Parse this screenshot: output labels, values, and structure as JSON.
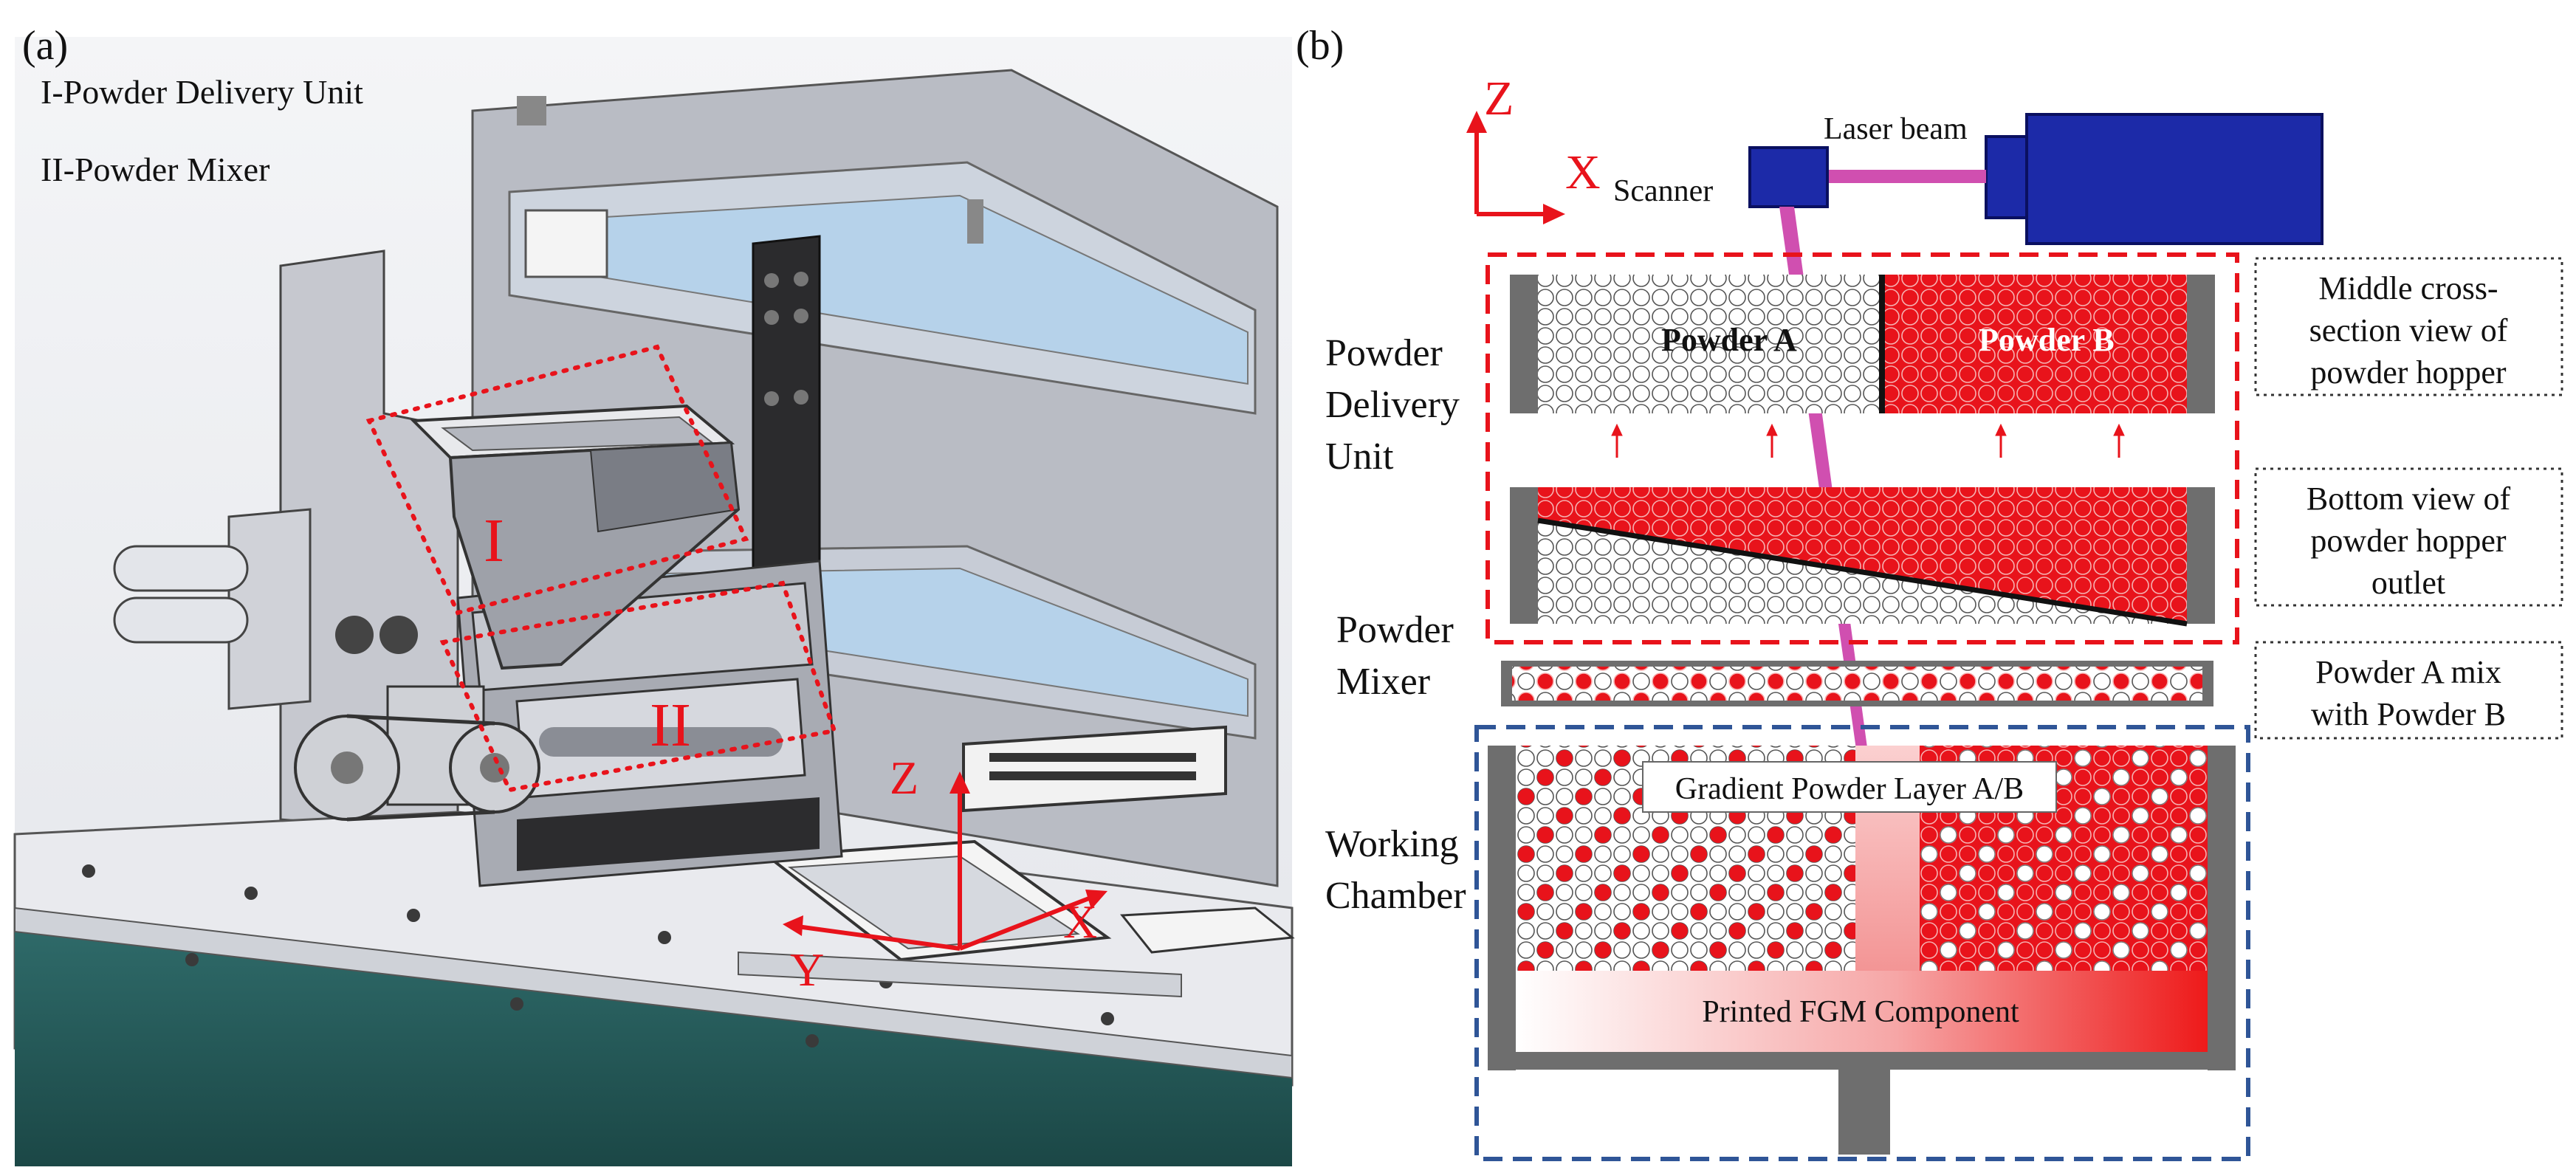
{
  "panel_a": {
    "label": "(a)",
    "legend_1": "I-Powder Delivery Unit",
    "legend_2": "II-Powder Mixer",
    "roman_1": "I",
    "roman_2": "II",
    "axis_z": "Z",
    "axis_x": "X",
    "axis_y": "Y"
  },
  "panel_b": {
    "label": "(b)",
    "axis_z": "Z",
    "axis_x": "X",
    "laser_beam": "Laser beam",
    "scanner": "Scanner",
    "powder_a": "Powder A",
    "powder_b": "Powder B",
    "unit_delivery_1": "Powder",
    "unit_delivery_2": "Delivery",
    "unit_delivery_3": "Unit",
    "unit_mixer_1": "Powder",
    "unit_mixer_2": "Mixer",
    "unit_chamber_1": "Working",
    "unit_chamber_2": "Chamber",
    "gradient_layer": "Gradient Powder Layer A/B",
    "printed_component": "Printed FGM Component",
    "note_1": [
      "Middle cross-",
      "section view of",
      "powder hopper"
    ],
    "note_2": [
      "Bottom view of",
      "powder hopper",
      "outlet"
    ],
    "note_3": [
      "Powder A mix",
      "with Powder B"
    ]
  },
  "colors": {
    "accent_red": "#e8131b",
    "laser_blue": "#1c2aa8",
    "beam_magenta": "#d04fb0",
    "frame_gray": "#6e6e6e",
    "dash_blue": "#2f5597"
  }
}
